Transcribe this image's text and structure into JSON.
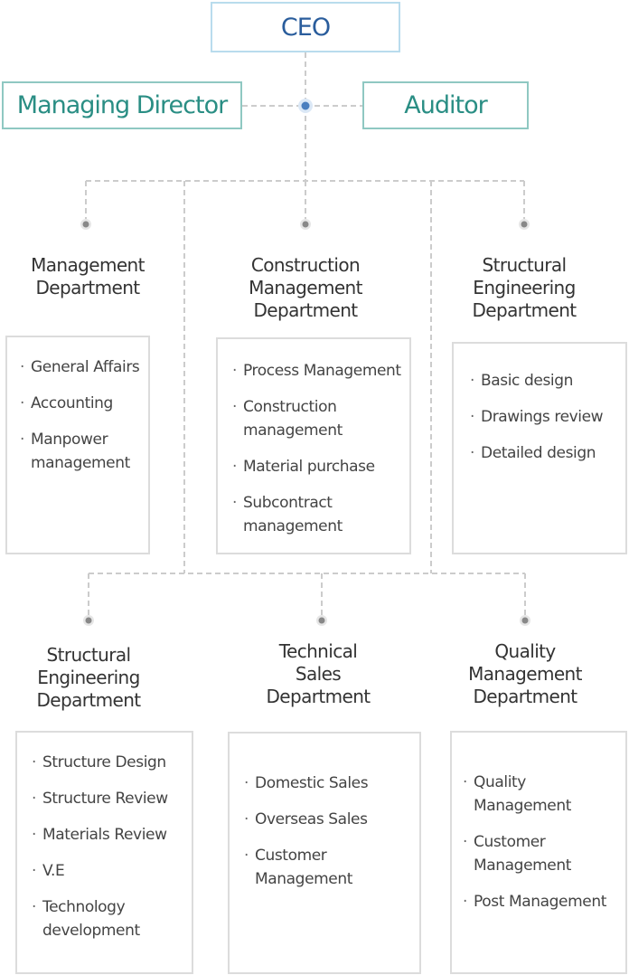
{
  "top": {
    "ceo": "CEO",
    "managing_director": "Managing Director",
    "auditor": "Auditor"
  },
  "row1": [
    {
      "title_lines": [
        "Management",
        "Department"
      ],
      "items": [
        "General Affairs",
        "Accounting",
        "Manpower management"
      ]
    },
    {
      "title_lines": [
        "Construction",
        "Management",
        "Department"
      ],
      "items": [
        "Process Management",
        "Construction management",
        "Material purchase",
        "Subcontract management"
      ]
    },
    {
      "title_lines": [
        "Structural",
        "Engineering",
        "Department"
      ],
      "items": [
        "Basic design",
        "Drawings review",
        "Detailed design"
      ]
    }
  ],
  "row2": [
    {
      "title_lines": [
        "Structural",
        "Engineering",
        "Department"
      ],
      "items": [
        "Structure Design",
        "Structure Review",
        "Materials Review",
        "V.E",
        "Technology development"
      ]
    },
    {
      "title_lines": [
        "Technical",
        "Sales",
        "Department"
      ],
      "items": [
        "Domestic Sales",
        "Overseas Sales",
        "Customer Management"
      ]
    },
    {
      "title_lines": [
        "Quality",
        "Management",
        "Department"
      ],
      "items": [
        "Quality Management",
        "Customer Management",
        "Post Management"
      ]
    }
  ],
  "colors": {
    "line": "#cccccc",
    "dot": "#888888",
    "hub_dot": "#4a7fbf",
    "ceo_border": "#b9dced",
    "ceo_text": "#2a5d9c",
    "teal_border": "#8fc8c2",
    "teal_text": "#2a8e84"
  }
}
